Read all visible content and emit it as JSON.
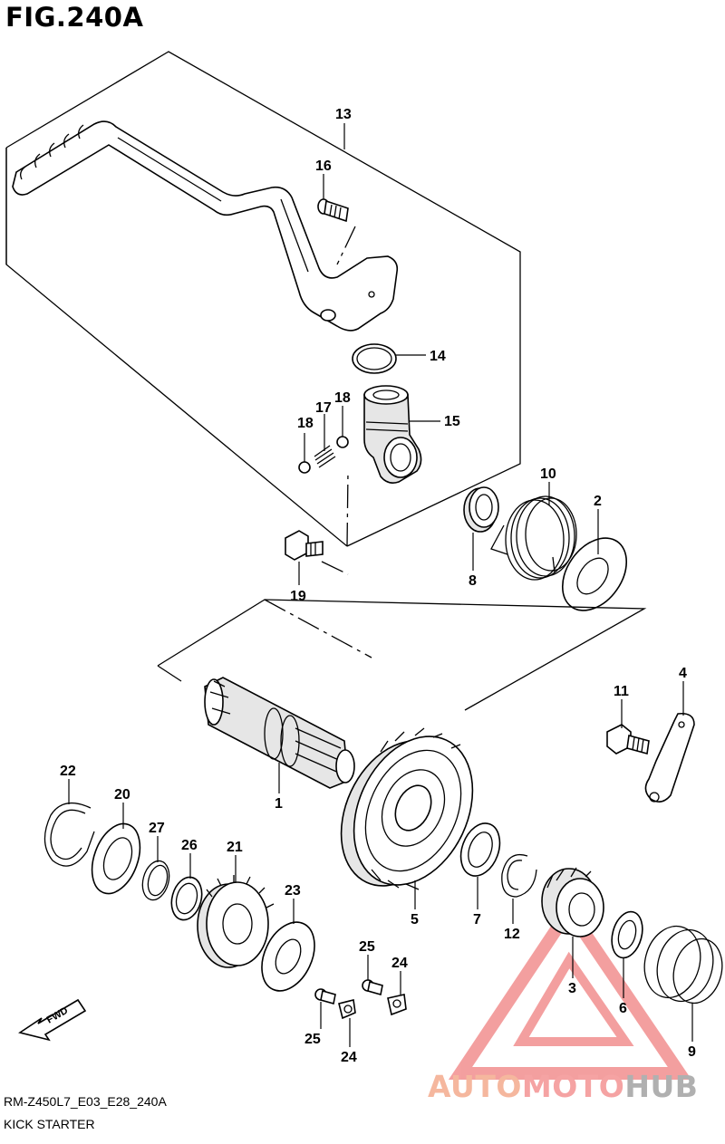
{
  "figure": {
    "title": "FIG.240A"
  },
  "footer": {
    "code": "RM-Z450L7_E03_E28_240A",
    "name": "KICK STARTER"
  },
  "callouts": [
    {
      "id": "c13",
      "text": "13"
    },
    {
      "id": "c16",
      "text": "16"
    },
    {
      "id": "c14",
      "text": "14"
    },
    {
      "id": "c17",
      "text": "17"
    },
    {
      "id": "c18a",
      "text": "18"
    },
    {
      "id": "c18b",
      "text": "18"
    },
    {
      "id": "c15",
      "text": "15"
    },
    {
      "id": "c10",
      "text": "10"
    },
    {
      "id": "c2",
      "text": "2"
    },
    {
      "id": "c8",
      "text": "8"
    },
    {
      "id": "c19",
      "text": "19"
    },
    {
      "id": "c4",
      "text": "4"
    },
    {
      "id": "c11",
      "text": "11"
    },
    {
      "id": "c22",
      "text": "22"
    },
    {
      "id": "c20",
      "text": "20"
    },
    {
      "id": "c1",
      "text": "1"
    },
    {
      "id": "c27",
      "text": "27"
    },
    {
      "id": "c26",
      "text": "26"
    },
    {
      "id": "c21",
      "text": "21"
    },
    {
      "id": "c23",
      "text": "23"
    },
    {
      "id": "c5",
      "text": "5"
    },
    {
      "id": "c7",
      "text": "7"
    },
    {
      "id": "c12",
      "text": "12"
    },
    {
      "id": "c25a",
      "text": "25"
    },
    {
      "id": "c24a",
      "text": "24"
    },
    {
      "id": "c25b",
      "text": "25"
    },
    {
      "id": "c24b",
      "text": "24"
    },
    {
      "id": "c3",
      "text": "3"
    },
    {
      "id": "c6",
      "text": "6"
    },
    {
      "id": "c9",
      "text": "9"
    }
  ],
  "fwd_arrow": {
    "label": "FWD"
  },
  "watermark": {
    "part1": "AUTO",
    "part2": "MOTO",
    "part3": "HUB",
    "colors": [
      "#f5b79e",
      "#f5a3a3",
      "#b0b0b0",
      "#f08080"
    ]
  }
}
